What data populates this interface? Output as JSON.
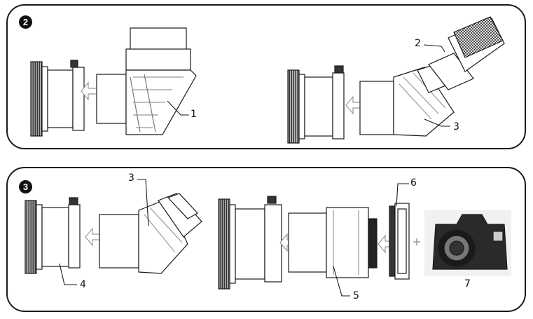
{
  "steps": [
    {
      "number": "2"
    },
    {
      "number": "3"
    }
  ],
  "callouts": {
    "c1": "1",
    "c2": "2",
    "c3_top": "3",
    "c3_bottom": "3",
    "c4": "4",
    "c5": "5",
    "c6": "6",
    "c7": "7"
  },
  "icons": {
    "arrow": "insert-arrow-icon",
    "plus": "plus-icon"
  },
  "colors": {
    "outline": "#1a1a1a",
    "part_fill": "#ffffff",
    "shade": "#8a8a8a"
  }
}
